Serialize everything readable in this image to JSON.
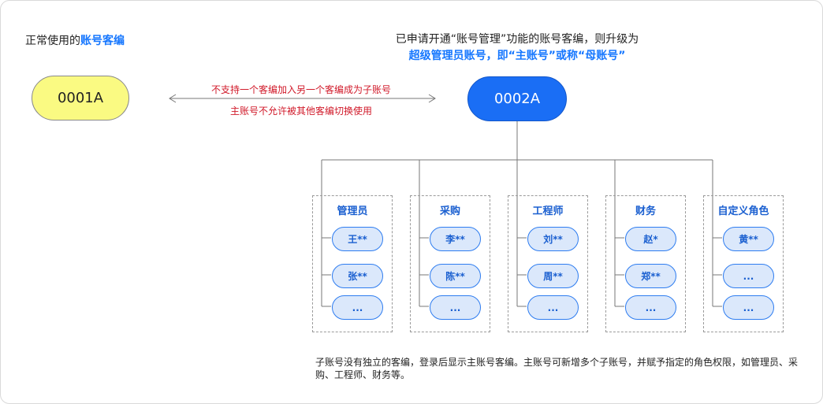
{
  "left_heading": {
    "prefix": "正常使用的",
    "highlight": "账号客编"
  },
  "right_heading": {
    "line1": "已申请开通“账号管理”功能的账号客编，则升级为",
    "line2": "超级管理员账号，即“主账号”或称“母账号”"
  },
  "normal_account": "0001A",
  "super_account": "0002A",
  "notes": [
    "不支持一个客编加入另一个客编成为子账号",
    "主账号不允许被其他客编切换使用"
  ],
  "groups": [
    {
      "title": "管理员",
      "members": [
        "王**",
        "张**",
        "..."
      ]
    },
    {
      "title": "采购",
      "members": [
        "李**",
        "陈**",
        "..."
      ]
    },
    {
      "title": "工程师",
      "members": [
        "刘**",
        "周**",
        "..."
      ]
    },
    {
      "title": "财务",
      "members": [
        "赵*",
        "郑**",
        "..."
      ]
    },
    {
      "title": "自定义角色",
      "members": [
        "黄**",
        "...",
        "..."
      ]
    }
  ],
  "footnote": "子账号没有独立的客编，登录后显示主账号客编。主账号可新增多个子账号，并赋予指定的角色权限，如管理员、采购、工程师、财务等。",
  "colors": {
    "accent": "#1677ff",
    "super_account_fill": "#1a6ef5",
    "normal_account_fill": "#fafa82",
    "note_red": "#d11a2a",
    "member_fill": "#dbe8fb"
  }
}
